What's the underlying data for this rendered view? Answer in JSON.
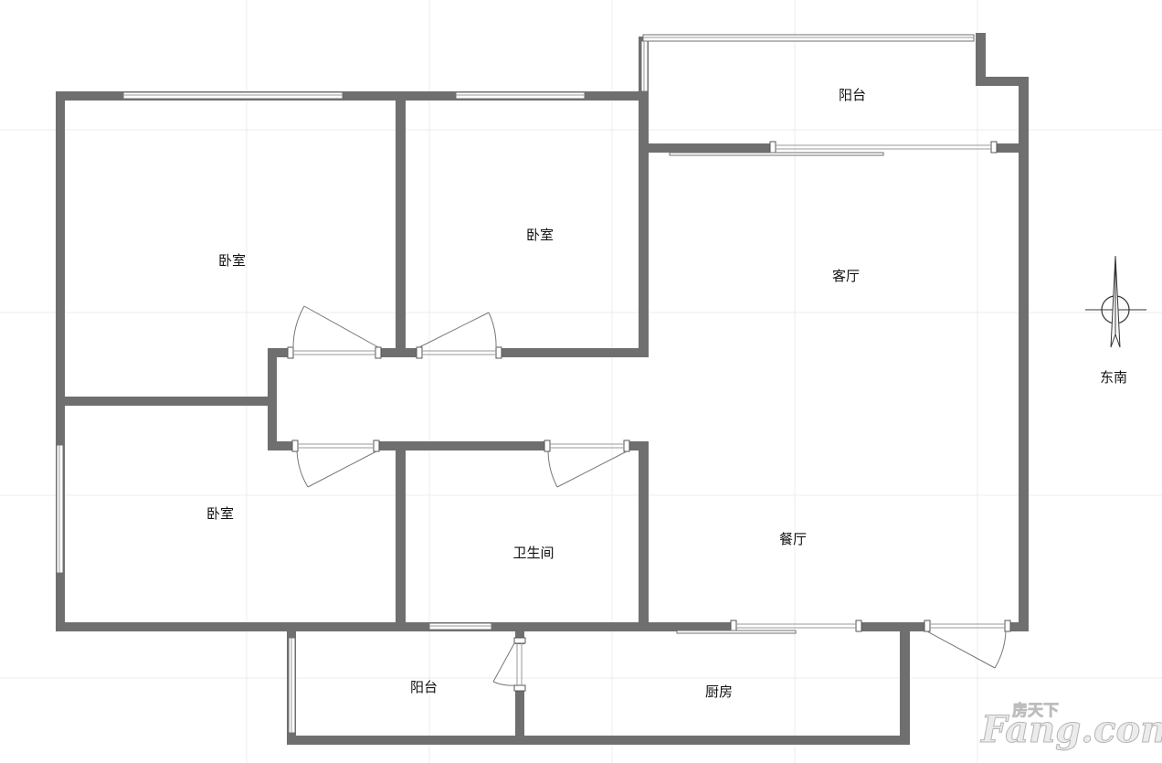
{
  "rooms": {
    "bedroom_nw": "卧室",
    "bedroom_n": "卧室",
    "bedroom_sw": "卧室",
    "balcony_n": "阳台",
    "living_room": "客厅",
    "bathroom": "卫生间",
    "dining_room": "餐厅",
    "balcony_s": "阳台",
    "kitchen": "厨房"
  },
  "compass": {
    "orientation_label": "东南"
  },
  "watermark": {
    "cn": "房天下",
    "en": "Fang.com"
  },
  "colors": {
    "wall": "#6f6f6f",
    "background": "#ffffff"
  }
}
